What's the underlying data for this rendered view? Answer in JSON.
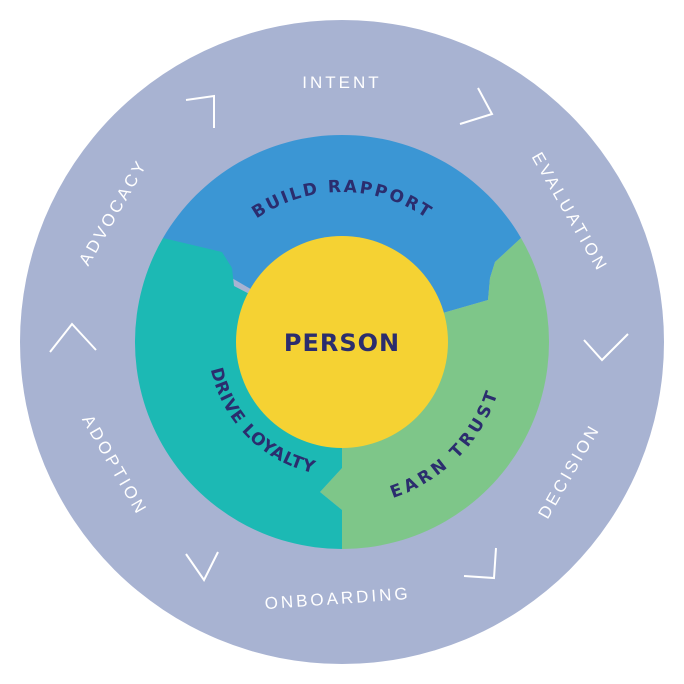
{
  "diagram": {
    "center": {
      "label": "PERSON",
      "color": "#f5d233"
    },
    "inner_segments": [
      {
        "id": "build-rapport",
        "label": "BUILD RAPPORT",
        "color": "#3b96d4"
      },
      {
        "id": "earn-trust",
        "label": "EARN TRUST",
        "color": "#7ec689"
      },
      {
        "id": "drive-loyalty",
        "label": "DRIVE LOYALTY",
        "color": "#1cb9b4"
      }
    ],
    "outer_ring": {
      "color": "#a8b3d2",
      "stages": [
        {
          "id": "intent",
          "label": "INTENT"
        },
        {
          "id": "evaluation",
          "label": "EVALUATION"
        },
        {
          "id": "decision",
          "label": "DECISION"
        },
        {
          "id": "onboarding",
          "label": "ONBOARDING"
        },
        {
          "id": "adoption",
          "label": "ADOPTION"
        },
        {
          "id": "advocacy",
          "label": "ADVOCACY"
        }
      ]
    },
    "text_color": "#2b2d6e"
  }
}
